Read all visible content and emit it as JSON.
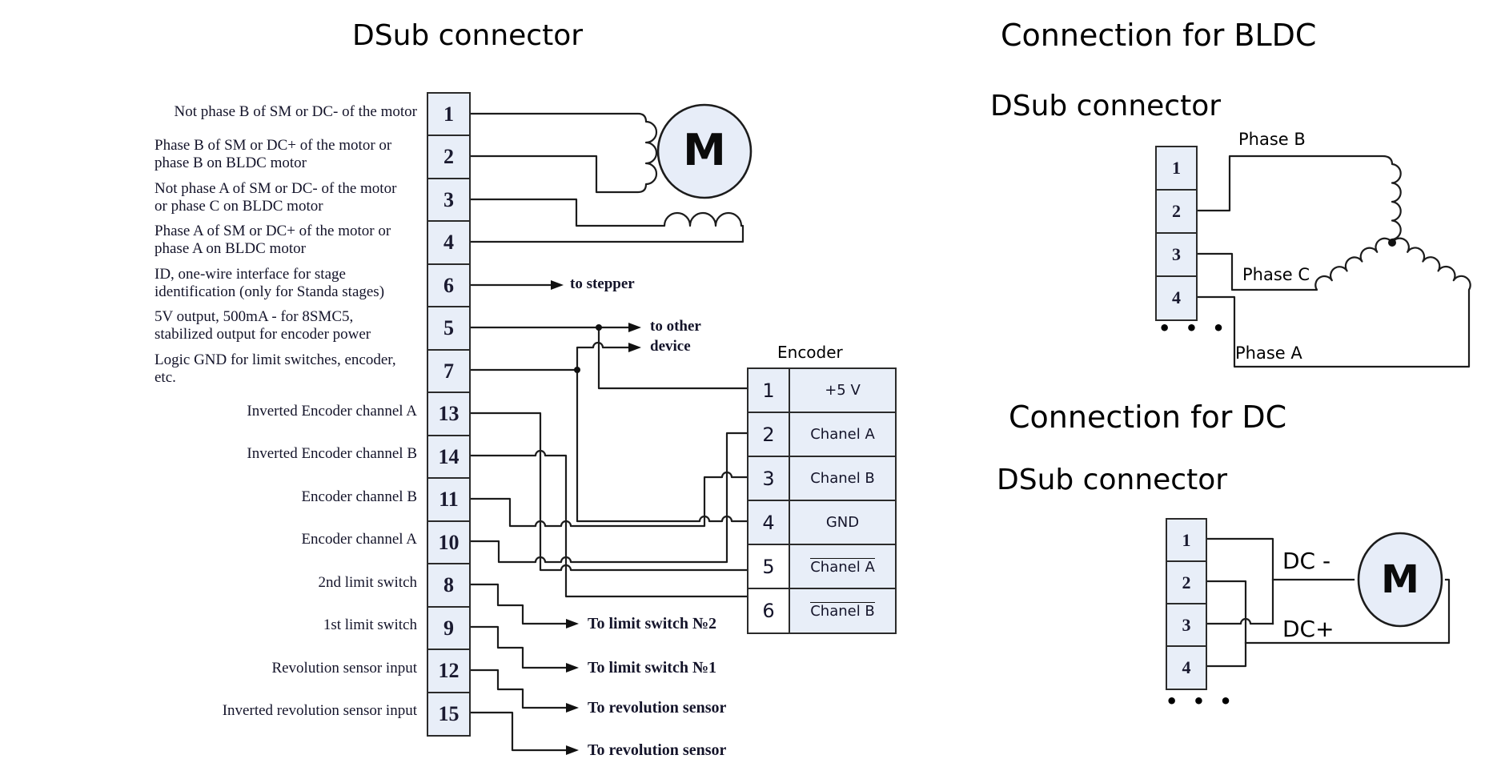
{
  "left": {
    "title": "DSub connector",
    "motor_label": "M",
    "pins": [
      {
        "num": "1",
        "lines": [
          "Not phase B of SM or DC- of the motor"
        ]
      },
      {
        "num": "2",
        "lines": [
          "Phase B of SM or DC+ of the motor or",
          "phase B on BLDC motor"
        ]
      },
      {
        "num": "3",
        "lines": [
          "Not phase A of SM or DC- of the motor",
          "or phase C on BLDC motor"
        ]
      },
      {
        "num": "4",
        "lines": [
          "Phase A of SM or DC+ of the motor or",
          "phase A on BLDC motor"
        ]
      },
      {
        "num": "6",
        "lines": [
          "ID, one-wire interface for stage",
          "identification (only for Standa stages)"
        ]
      },
      {
        "num": "5",
        "lines": [
          "5V output, 500mA - for 8SMC5,",
          "stabilized output for encoder power"
        ]
      },
      {
        "num": "7",
        "lines": [
          "Logic GND for limit switches, encoder,",
          "etc."
        ]
      },
      {
        "num": "13",
        "lines": [
          "Inverted Encoder channel A"
        ]
      },
      {
        "num": "14",
        "lines": [
          "Inverted Encoder channel B"
        ]
      },
      {
        "num": "11",
        "lines": [
          "Encoder channel B"
        ]
      },
      {
        "num": "10",
        "lines": [
          "Encoder channel A"
        ]
      },
      {
        "num": "8",
        "lines": [
          "2nd limit switch"
        ]
      },
      {
        "num": "9",
        "lines": [
          "1st limit switch"
        ]
      },
      {
        "num": "12",
        "lines": [
          "Revolution sensor input"
        ]
      },
      {
        "num": "15",
        "lines": [
          "Inverted revolution sensor input"
        ]
      }
    ],
    "annotations": {
      "stepper": "to stepper",
      "other": "to other",
      "device": "device",
      "limit2": "To limit switch №2",
      "limit1": "To limit switch №1",
      "rev_top": "To revolution sensor",
      "rev_bottom": "To revolution sensor"
    }
  },
  "encoder": {
    "title": "Encoder",
    "rows": [
      {
        "num": "1",
        "label": "+5 V",
        "overline": false
      },
      {
        "num": "2",
        "label": "Chanel A",
        "overline": false
      },
      {
        "num": "3",
        "label": "Chanel B",
        "overline": false
      },
      {
        "num": "4",
        "label": "GND",
        "overline": false
      },
      {
        "num": "5",
        "label": "Chanel A",
        "overline": true
      },
      {
        "num": "6",
        "label": "Chanel B",
        "overline": true
      }
    ]
  },
  "bldc": {
    "title": "Connection for BLDC",
    "subtitle": "DSub connector",
    "pins": [
      "1",
      "2",
      "3",
      "4"
    ],
    "dots": "• • •",
    "phases": {
      "b": "Phase B",
      "c": "Phase C",
      "a": "Phase A"
    }
  },
  "dc": {
    "title": "Connection for DC",
    "subtitle": "DSub connector",
    "pins": [
      "1",
      "2",
      "3",
      "4"
    ],
    "dots": "• • •",
    "labels": {
      "minus": "DC -",
      "plus": "DC+"
    },
    "motor_label": "M"
  },
  "colors": {
    "background": "#ffffff",
    "box_fill": "#e8eef8",
    "box_border": "#2b2b2b",
    "wire": "#1c1c1c",
    "label_text": "#14142a"
  }
}
